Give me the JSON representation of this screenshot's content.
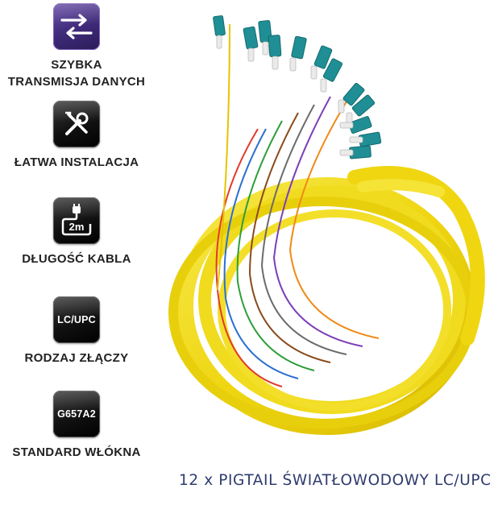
{
  "features": [
    {
      "icon": "data-transfer-arrows-icon",
      "label_lines": [
        "SZYBKA",
        "TRANSMISJA DANYCH"
      ],
      "badge_text": ""
    },
    {
      "icon": "tools-wrench-screwdriver-icon",
      "label_lines": [
        "ŁATWA INSTALACJA"
      ],
      "badge_text": ""
    },
    {
      "icon": "cable-length-plug-icon",
      "label_lines": [
        "DŁUGOŚĆ KABLA"
      ],
      "badge_text": "2m"
    },
    {
      "icon": "connector-type-badge",
      "label_lines": [
        "RODZAJ ZŁĄCZY"
      ],
      "badge_text": "LC/UPC"
    },
    {
      "icon": "fiber-standard-badge",
      "label_lines": [
        "STANDARD WŁÓKNA"
      ],
      "badge_text": "G657A2"
    }
  ],
  "caption": "12 x PIGTAIL ŚWIATŁOWODOWY LC/UPC",
  "colors": {
    "cable_yellow": "#f2dc16",
    "connector_teal": "#1f8f95",
    "caption_navy": "#2f3b6e",
    "badge_purple": "#3e2a78"
  }
}
